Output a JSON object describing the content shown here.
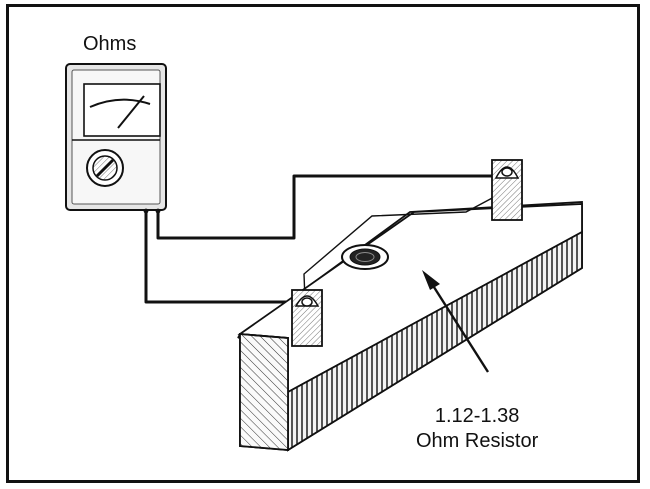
{
  "meter": {
    "label": "Ohms"
  },
  "resistor": {
    "value_label": "1.12-1.38",
    "name_label": "Ohm Resistor"
  }
}
